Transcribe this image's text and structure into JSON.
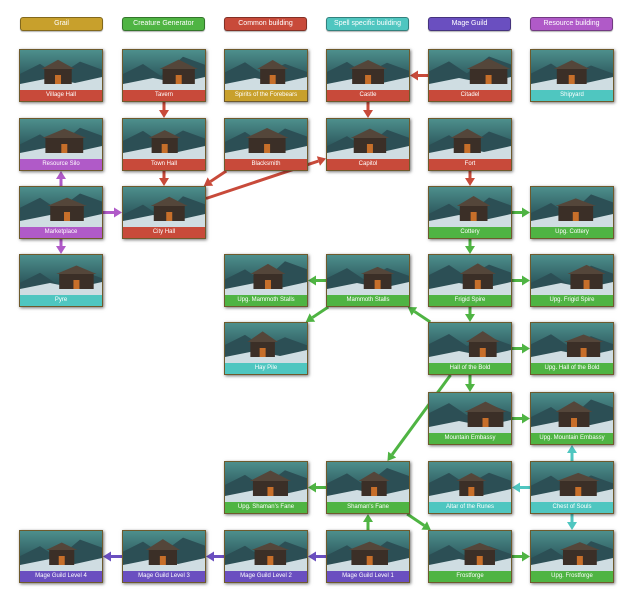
{
  "colors": {
    "grail": "#c8a02c",
    "creature_generator": "#4fb443",
    "common_building": "#c84a3a",
    "spell_specific_building": "#4fc6c0",
    "mage_guild": "#6a4fc0",
    "resource_building": "#b05ac8"
  },
  "legend": [
    {
      "key": "grail",
      "label": "Grail"
    },
    {
      "key": "creature_generator",
      "label": "Creature Generator"
    },
    {
      "key": "common_building",
      "label": "Common building"
    },
    {
      "key": "spell_specific_building",
      "label": "Spell specific building"
    },
    {
      "key": "mage_guild",
      "label": "Mage Guild"
    },
    {
      "key": "resource_building",
      "label": "Resource building"
    }
  ],
  "nodes": {
    "village_hall": {
      "label": "Village Hall",
      "category": "common_building"
    },
    "tavern": {
      "label": "Tavern",
      "category": "common_building"
    },
    "spirits": {
      "label": "Spirits of the Forebears",
      "category": "grail"
    },
    "castle": {
      "label": "Castle",
      "category": "common_building"
    },
    "citadel": {
      "label": "Citadel",
      "category": "common_building"
    },
    "shipyard": {
      "label": "Shipyard",
      "category": "spell_specific_building"
    },
    "resource_silo": {
      "label": "Resource Silo",
      "category": "resource_building"
    },
    "town_hall": {
      "label": "Town Hall",
      "category": "common_building"
    },
    "blacksmith": {
      "label": "Blacksmith",
      "category": "common_building"
    },
    "capitol": {
      "label": "Capitol",
      "category": "common_building"
    },
    "fort": {
      "label": "Fort",
      "category": "common_building"
    },
    "marketplace": {
      "label": "Marketplace",
      "category": "resource_building"
    },
    "city_hall": {
      "label": "City Hall",
      "category": "common_building"
    },
    "cottery": {
      "label": "Cottery",
      "category": "creature_generator"
    },
    "upg_cottery": {
      "label": "Upg. Cottery",
      "category": "creature_generator"
    },
    "pyre": {
      "label": "Pyre",
      "category": "spell_specific_building"
    },
    "upg_mammoth": {
      "label": "Upg. Mammoth Stalls",
      "category": "creature_generator"
    },
    "mammoth": {
      "label": "Mammoth Stalls",
      "category": "creature_generator"
    },
    "frigid_spire": {
      "label": "Frigid Spire",
      "category": "creature_generator"
    },
    "upg_frigid_spire": {
      "label": "Upg. Frigid Spire",
      "category": "creature_generator"
    },
    "hall_of_the_bold": {
      "label": "Hall of the Bold",
      "category": "creature_generator"
    },
    "upg_hall_of_the_bold": {
      "label": "Upg. Hall of the Bold",
      "category": "creature_generator"
    },
    "hay_pile": {
      "label": "Hay Pile",
      "category": "spell_specific_building"
    },
    "mountain_embassy": {
      "label": "Mountain Embassy",
      "category": "creature_generator"
    },
    "upg_mountain_embassy": {
      "label": "Upg. Mountain Embassy",
      "category": "creature_generator"
    },
    "upg_shamans_fane": {
      "label": "Upg. Shaman's Fane",
      "category": "creature_generator"
    },
    "shamans_fane": {
      "label": "Shaman's Fane",
      "category": "creature_generator"
    },
    "altar_of_the_runes": {
      "label": "Altar of the Runes",
      "category": "spell_specific_building"
    },
    "chest_of_souls": {
      "label": "Chest of Souls",
      "category": "spell_specific_building"
    },
    "mage_guild_4": {
      "label": "Mage Guild Level 4",
      "category": "mage_guild"
    },
    "mage_guild_3": {
      "label": "Mage Guild Level 3",
      "category": "mage_guild"
    },
    "mage_guild_2": {
      "label": "Mage Guild Level 2",
      "category": "mage_guild"
    },
    "mage_guild_1": {
      "label": "Mage Guild Level 1",
      "category": "mage_guild"
    },
    "frostforge": {
      "label": "Frostforge",
      "category": "creature_generator"
    },
    "upg_frostforge": {
      "label": "Upg. Frostforge",
      "category": "creature_generator"
    }
  },
  "edges": [
    {
      "from": "tavern",
      "to": "town_hall",
      "color": "common_building"
    },
    {
      "from": "town_hall",
      "to": "city_hall",
      "color": "common_building"
    },
    {
      "from": "blacksmith",
      "to": "city_hall",
      "color": "common_building"
    },
    {
      "from": "citadel",
      "to": "castle",
      "color": "common_building"
    },
    {
      "from": "castle",
      "to": "capitol",
      "color": "common_building"
    },
    {
      "from": "city_hall",
      "to": "capitol",
      "color": "common_building"
    },
    {
      "from": "fort",
      "to": "cottery",
      "color": "common_building"
    },
    {
      "from": "marketplace",
      "to": "resource_silo",
      "color": "resource_building"
    },
    {
      "from": "marketplace",
      "to": "city_hall",
      "color": "resource_building"
    },
    {
      "from": "marketplace",
      "to": "pyre",
      "color": "resource_building"
    },
    {
      "from": "cottery",
      "to": "upg_cottery",
      "color": "creature_generator"
    },
    {
      "from": "cottery",
      "to": "frigid_spire",
      "color": "creature_generator"
    },
    {
      "from": "frigid_spire",
      "to": "upg_frigid_spire",
      "color": "creature_generator"
    },
    {
      "from": "frigid_spire",
      "to": "hall_of_the_bold",
      "color": "creature_generator"
    },
    {
      "from": "hall_of_the_bold",
      "to": "upg_hall_of_the_bold",
      "color": "creature_generator"
    },
    {
      "from": "hall_of_the_bold",
      "to": "mountain_embassy",
      "color": "creature_generator"
    },
    {
      "from": "hall_of_the_bold",
      "to": "mammoth",
      "color": "creature_generator"
    },
    {
      "from": "hall_of_the_bold",
      "to": "shamans_fane",
      "color": "creature_generator"
    },
    {
      "from": "mammoth",
      "to": "upg_mammoth",
      "color": "creature_generator"
    },
    {
      "from": "mammoth",
      "to": "hay_pile",
      "color": "creature_generator"
    },
    {
      "from": "mountain_embassy",
      "to": "upg_mountain_embassy",
      "color": "creature_generator"
    },
    {
      "from": "chest_of_souls",
      "to": "upg_mountain_embassy",
      "color": "spell_specific_building"
    },
    {
      "from": "chest_of_souls",
      "to": "altar_of_the_runes",
      "color": "spell_specific_building"
    },
    {
      "from": "chest_of_souls",
      "to": "upg_frostforge",
      "color": "spell_specific_building"
    },
    {
      "from": "shamans_fane",
      "to": "upg_shamans_fane",
      "color": "creature_generator"
    },
    {
      "from": "shamans_fane",
      "to": "frostforge",
      "color": "creature_generator"
    },
    {
      "from": "frostforge",
      "to": "upg_frostforge",
      "color": "creature_generator"
    },
    {
      "from": "mage_guild_1",
      "to": "shamans_fane",
      "color": "creature_generator"
    },
    {
      "from": "mage_guild_1",
      "to": "mage_guild_2",
      "color": "mage_guild"
    },
    {
      "from": "mage_guild_2",
      "to": "mage_guild_3",
      "color": "mage_guild"
    },
    {
      "from": "mage_guild_3",
      "to": "mage_guild_4",
      "color": "mage_guild"
    }
  ]
}
